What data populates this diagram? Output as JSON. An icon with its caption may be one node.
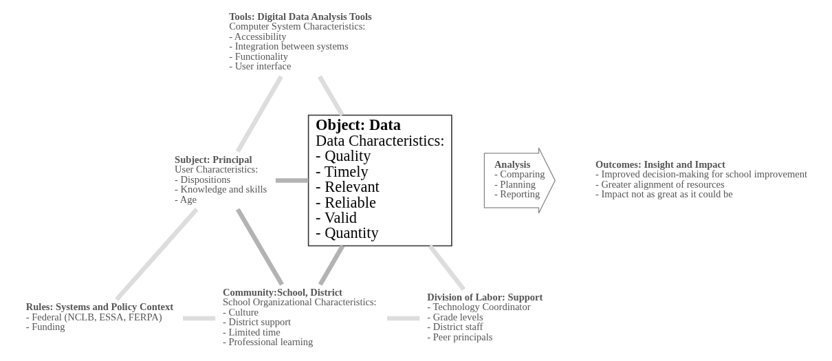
{
  "diagram": {
    "nodes": [
      {
        "text": [
          "Tools: Digital Data Analysis Tools",
          "Computer System Characteristics:",
          "- Accessibility",
          "- Integration between systems",
          "- Functionality",
          "- User interface"
        ]
      },
      {
        "text": [
          "Subject: Principal",
          "User Characteristics:",
          "- Dispositions",
          "- Knowledge and skills",
          "- Age"
        ]
      },
      {
        "text": [
          "Object: Data",
          "Data Characteristics:",
          "- Quality",
          "- Timely",
          "- Relevant",
          "- Reliable",
          "- Valid",
          "- Quantity"
        ]
      },
      {
        "text": [
          "Analysis",
          "- Comparing",
          "- Planning",
          "- Reporting"
        ]
      },
      {
        "text": [
          "Outcomes: Insight and Impact",
          "- Improved decision-making for school improvement",
          "- Greater alignment of resources",
          "- Impact not as great as it could be"
        ]
      },
      {
        "text": [
          "Rules: Systems and Policy Context",
          "- Federal (NCLB, ESSA, FERPA)",
          "- Funding"
        ]
      },
      {
        "text": [
          "Community:School, District",
          "School Organizational Characteristics:",
          "- Culture",
          "- District support",
          "- Limited time",
          "- Professional learning"
        ]
      },
      {
        "text": [
          "Division of Labor: Support",
          "- Technology Coordinator",
          "- Grade levels",
          "- District staff",
          "- Peer principals"
        ]
      }
    ],
    "edges": [
      {
        "from": 0,
        "to": 1,
        "arrow": "none"
      },
      {
        "from": 0,
        "to": 2,
        "arrow": "none"
      },
      {
        "from": 1,
        "to": 2,
        "arrow": "none",
        "color": "#b3b3b3"
      },
      {
        "from": 1,
        "to": 5,
        "arrow": "none"
      },
      {
        "from": 1,
        "to": 6,
        "arrow": "none",
        "color": "#b3b3b3"
      },
      {
        "from": 6,
        "to": 2,
        "arrow": "none",
        "color": "#b3b3b3"
      },
      {
        "from": 2,
        "to": 7,
        "arrow": "none"
      },
      {
        "from": 5,
        "to": 6,
        "arrow": "none"
      },
      {
        "from": 6,
        "to": 7,
        "arrow": "none"
      }
    ]
  }
}
